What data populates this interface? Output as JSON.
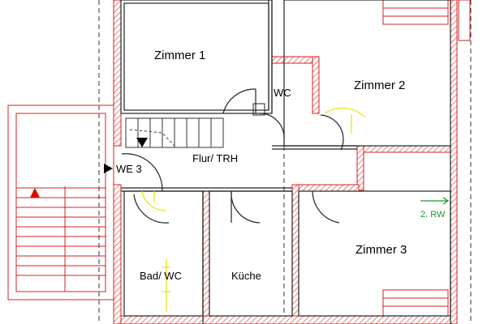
{
  "plan": {
    "rooms": {
      "zimmer1": "Zimmer 1",
      "wc": "WC",
      "zimmer2": "Zimmer 2",
      "flur": "Flur/ TRH",
      "zimmer3": "Zimmer 3",
      "bad": "Bad/ WC",
      "kueche": "Küche"
    },
    "markers": {
      "entrance": "WE 3",
      "escape_route": "2. RW"
    }
  },
  "colors": {
    "wall_outline": "#d72020",
    "wall_hatch": "#e03a3a",
    "line": "#222222",
    "door_swing": "#f0e000",
    "route_arrow": "#1a9a2a",
    "stair_arrow": "#e00000"
  }
}
